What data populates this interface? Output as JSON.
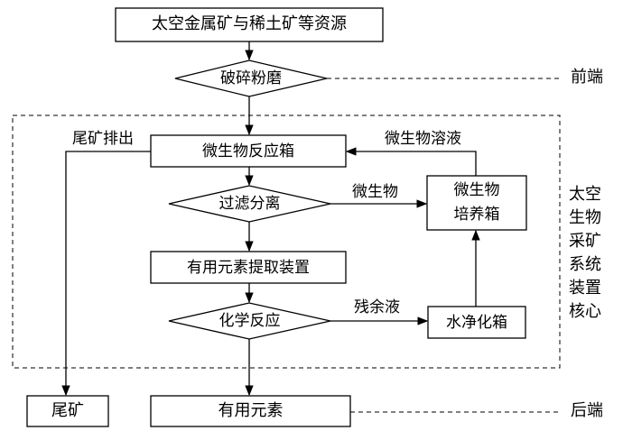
{
  "diagram": {
    "top_box": "太空金属矿与稀土矿等资源",
    "crush": "破碎粉磨",
    "front_label": "前端",
    "tailings_out": "尾矿排出",
    "reactor": "微生物反应箱",
    "microbe_solution": "微生物溶液",
    "filter": "过滤分离",
    "microbe": "微生物",
    "culture_line1": "微生物",
    "culture_line2": "培养箱",
    "extract": "有用元素提取装置",
    "chem": "化学反应",
    "residue": "残余液",
    "purify": "水净化箱",
    "tailings": "尾矿",
    "useful": "有用元素",
    "back_label": "后端",
    "side_label_1": "太空",
    "side_label_2": "生物",
    "side_label_3": "采矿",
    "side_label_4": "系统",
    "side_label_5": "装置",
    "side_label_6": "核心"
  }
}
